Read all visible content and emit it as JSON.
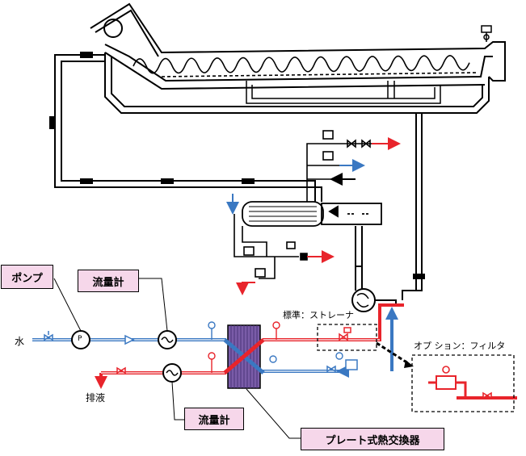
{
  "labels": {
    "pump": "ポンプ",
    "flowmeter_top": "流量計",
    "flowmeter_bottom": "流量計",
    "plate_hx": "プレート式熱交換器",
    "water": "水",
    "drain": "排液",
    "strainer": "標準：ストレーナ",
    "option_filter": "オプ ション：フィルタ",
    "pump_symbol": "P"
  },
  "colors": {
    "hot_line": "#e8242b",
    "cold_line": "#3a78c2",
    "hx_fill": "#7a5ca8",
    "callout_fill": "#f6d7ea"
  }
}
